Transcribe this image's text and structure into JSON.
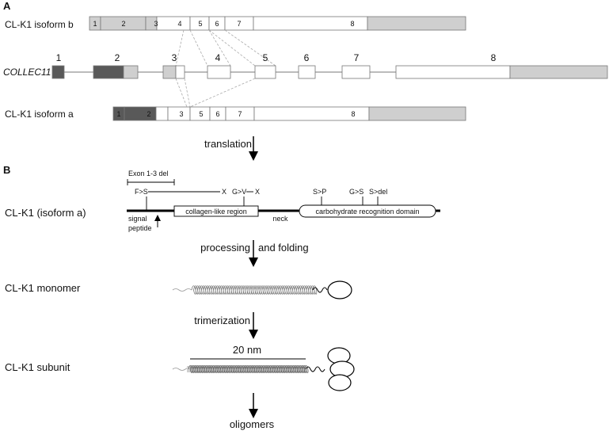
{
  "panels": {
    "a": "A",
    "b": "B"
  },
  "isoform_b": {
    "label": "CL-K1 isoform b",
    "exons": [
      "1",
      "2",
      "3",
      "4",
      "5",
      "6",
      "7",
      "8"
    ]
  },
  "gene": {
    "label": "COLLEC11",
    "exon_numbers": [
      "1",
      "2",
      "3",
      "4",
      "5",
      "6",
      "7",
      "8"
    ]
  },
  "isoform_a": {
    "label": "CL-K1 isoform a",
    "exons": [
      "1",
      "2",
      "3",
      "5",
      "6",
      "7",
      "8"
    ]
  },
  "arrows": {
    "translation": "translation",
    "processing": "processing",
    "and_folding": "and folding",
    "trimerization": "trimerization",
    "oligomers": "oligomers"
  },
  "protein": {
    "label": "CL-K1 (isoform a)",
    "exon_del": "Exon 1-3 del",
    "mut_fs": "F>S",
    "mut_x1": "X",
    "mut_gv": "G>V",
    "mut_x2": "X",
    "mut_sp": "S>P",
    "mut_gs": "G>S",
    "mut_sdel": "S>del",
    "signal": "signal",
    "peptide": "peptide",
    "collagen": "collagen-like region",
    "neck": "neck",
    "crd": "carbohydrate recognition domain"
  },
  "monomer": {
    "label": "CL-K1 monomer"
  },
  "subunit": {
    "label": "CL-K1 subunit",
    "scale": "20 nm"
  },
  "colors": {
    "dark": "#595959",
    "light": "#cfcfcf",
    "line": "#777777"
  }
}
